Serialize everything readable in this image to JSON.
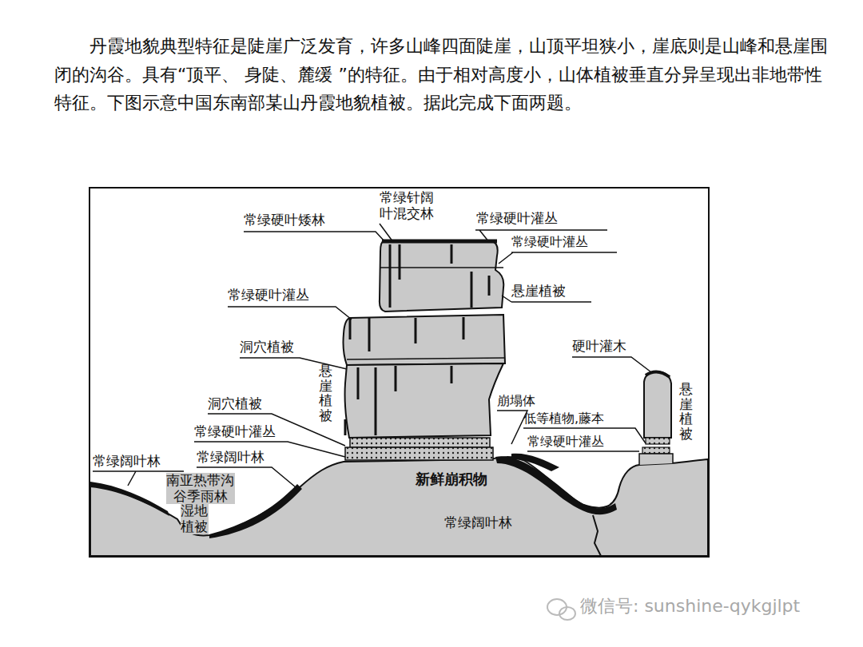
{
  "diagram": {
    "labels": [
      "丹霞地貌典型特征是陡崖广泛发育，许多山峰四面陡崖，山顶平坦狭小，崖底则是山峰和悬崖围闭的沟谷。具有“顶平、 身陡、麓缓 ”的特征。由于相对高度小，山体植被垂直分异呈现出非地带性特征。下图示意中国东南部某山丹霞地貌植被。据此完成下面两题。",
      "常绿针阔叶混交林",
      "常绿硬叶矮林",
      "常绿硬叶灌丛",
      "常绿硬叶灌丛",
      "悬崖植被",
      "常绿硬叶灌丛",
      "洞穴植被",
      "悬崖植被",
      "硬叶灌木",
      "悬崖植被",
      "崩塌体",
      "低等植物,藤本",
      "洞穴植被",
      "常绿硬叶灌丛",
      "常绿硬叶灌丛",
      "常绿阔叶林",
      "常绿阔叶林",
      "新鲜崩积物",
      "南亚热带沟谷季雨林",
      "湿地植被",
      "常绿阔叶林",
      "微信号: sunshine-qykgjlpt"
    ]
  }
}
